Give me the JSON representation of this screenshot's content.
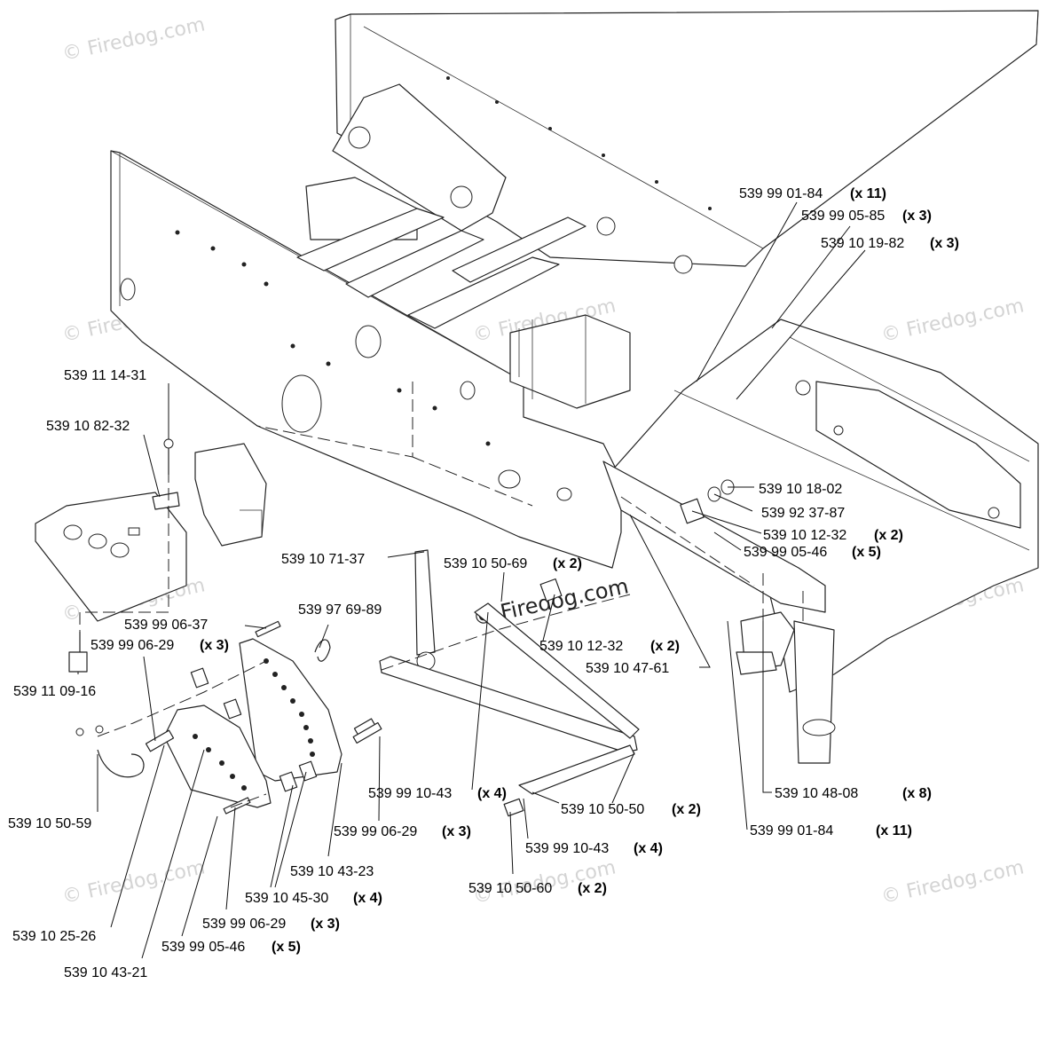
{
  "watermark": {
    "text": "© Firedog.com",
    "center_text": "© Firedog.com"
  },
  "callouts": [
    {
      "id": "c1",
      "part": "539 99 01-84",
      "qty": "(x 11)"
    },
    {
      "id": "c2",
      "part": "539 99 05-85",
      "qty": "(x 3)"
    },
    {
      "id": "c3",
      "part": "539 10 19-82",
      "qty": "(x 3)"
    },
    {
      "id": "c4",
      "part": "539 11 14-31",
      "qty": ""
    },
    {
      "id": "c5",
      "part": "539 10 82-32",
      "qty": ""
    },
    {
      "id": "c6",
      "part": "539 10 18-02",
      "qty": ""
    },
    {
      "id": "c7",
      "part": "539 92 37-87",
      "qty": ""
    },
    {
      "id": "c8",
      "part": "539 10 12-32",
      "qty": "(x 2)"
    },
    {
      "id": "c9",
      "part": "539 99 05-46",
      "qty": "(x 5)"
    },
    {
      "id": "c10",
      "part": "539 10 71-37",
      "qty": ""
    },
    {
      "id": "c11",
      "part": "539 10 50-69",
      "qty": "(x 2)"
    },
    {
      "id": "c12",
      "part": "539 97 69-89",
      "qty": ""
    },
    {
      "id": "c13",
      "part": "539 99 06-37",
      "qty": ""
    },
    {
      "id": "c14",
      "part": "539 99 06-29",
      "qty": "(x 3)"
    },
    {
      "id": "c15",
      "part": "539 10 12-32",
      "qty": "(x 2)"
    },
    {
      "id": "c16",
      "part": "539 10 47-61",
      "qty": ""
    },
    {
      "id": "c17",
      "part": "539 11 09-16",
      "qty": ""
    },
    {
      "id": "c18",
      "part": "539 99 10-43",
      "qty": "(x 4)"
    },
    {
      "id": "c19",
      "part": "539 10 50-50",
      "qty": "(x 2)"
    },
    {
      "id": "c20",
      "part": "539 10 48-08",
      "qty": "(x 8)"
    },
    {
      "id": "c21",
      "part": "539 10 50-59",
      "qty": ""
    },
    {
      "id": "c22",
      "part": "539 99 06-29",
      "qty": "(x 3)"
    },
    {
      "id": "c23",
      "part": "539 99 01-84",
      "qty": "(x 11)"
    },
    {
      "id": "c24",
      "part": "539 99 10-43",
      "qty": "(x 4)"
    },
    {
      "id": "c25",
      "part": "539 10 43-23",
      "qty": ""
    },
    {
      "id": "c26",
      "part": "539 10 50-60",
      "qty": "(x 2)"
    },
    {
      "id": "c27",
      "part": "539 10 45-30",
      "qty": "(x 4)"
    },
    {
      "id": "c28",
      "part": "539 99 06-29",
      "qty": "(x 3)"
    },
    {
      "id": "c29",
      "part": "539 10 25-26",
      "qty": ""
    },
    {
      "id": "c30",
      "part": "539 99 05-46",
      "qty": "(x 5)"
    },
    {
      "id": "c31",
      "part": "539 10 43-21",
      "qty": ""
    }
  ]
}
